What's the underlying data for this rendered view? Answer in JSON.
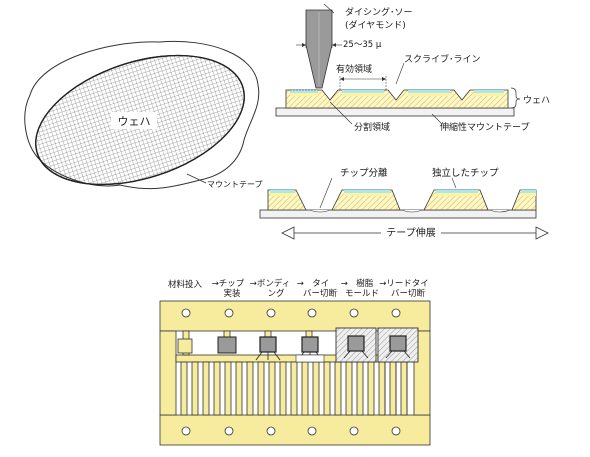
{
  "wafer_view": {
    "wafer_label": "ウェハ",
    "mount_tape_label": "マウントテープ"
  },
  "dicing_view": {
    "saw_label_line1": "ダイシング･ソー",
    "saw_label_line2": "(ダイヤモンド)",
    "saw_width": "25～35 μ",
    "effective_area": "有効領域",
    "scribe_line": "スクライブ･ライン",
    "wafer": "ウェハ",
    "division_area": "分割領域",
    "stretch_tape": "伸縮性マウントテープ"
  },
  "separation_view": {
    "chip_separation": "チップ分離",
    "independent_chip": "独立したチップ",
    "tape_stretch": "テープ伸展"
  },
  "leadframe_view": {
    "steps": [
      {
        "line1": "材料投入",
        "line2": ""
      },
      {
        "line1": "→チップ",
        "line2": "実装"
      },
      {
        "line1": "→ボンディ",
        "line2": "ング"
      },
      {
        "line1": "→　タイ",
        "line2": "バー切断"
      },
      {
        "line1": "→　樹脂",
        "line2": "モールド"
      },
      {
        "line1": "→リードタイ",
        "line2": "バー切断"
      }
    ]
  },
  "colors": {
    "frame_fill": "#f7eb9e",
    "layer_cyan": "#a8e8f0",
    "layer_yellow": "#fff3a0",
    "chip_gray": "#9a9a9a"
  }
}
